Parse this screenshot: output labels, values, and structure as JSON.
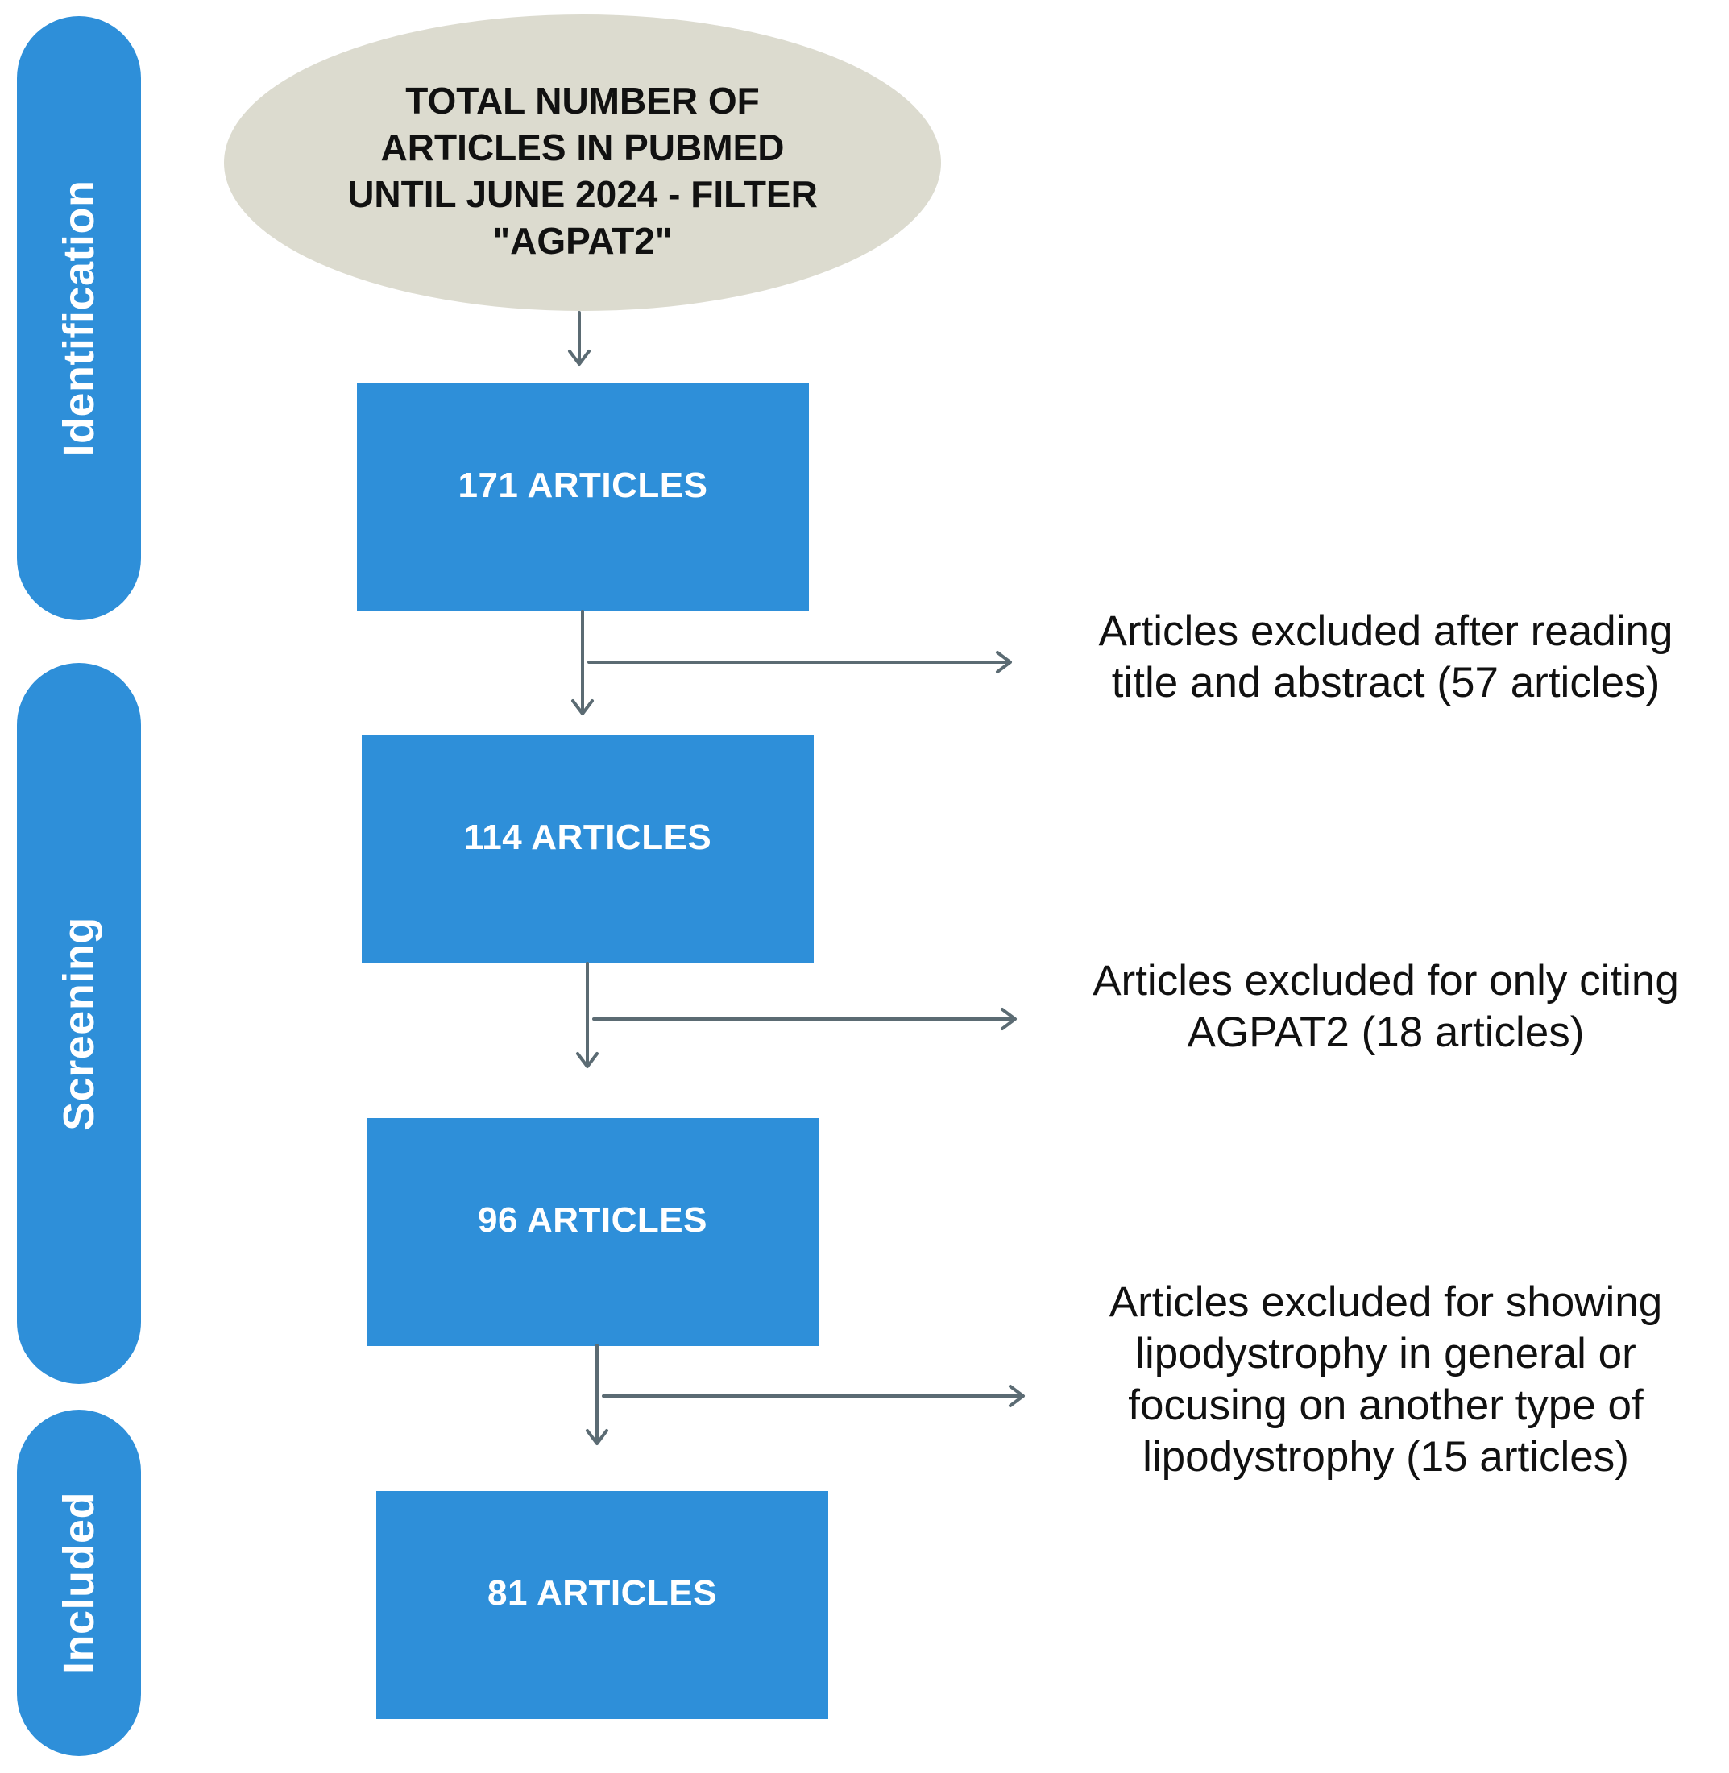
{
  "phases": {
    "identification": "Identification",
    "screening": "Screening",
    "included": "Included"
  },
  "source": {
    "lines": [
      "TOTAL NUMBER OF",
      "ARTICLES IN PUBMED",
      "UNTIL JUNE 2024 - FILTER",
      "\"AGPAT2\""
    ]
  },
  "boxes": {
    "box1": "171 ARTICLES",
    "box2": "114 ARTICLES",
    "box3": "96 ARTICLES",
    "box4": "81 ARTICLES"
  },
  "exclusions": {
    "ex1": [
      "Articles excluded after reading",
      "title and abstract (57 articles)"
    ],
    "ex2": [
      "Articles excluded for only citing",
      "AGPAT2 (18 articles)"
    ],
    "ex3": [
      "Articles excluded for showing",
      "lipodystrophy in general or",
      "focusing on another type of",
      "lipodystrophy (15 articles)"
    ]
  },
  "colors": {
    "blue": "#2e8fd9",
    "ellipse": "#dcdbcf",
    "connector": "#5b6b73"
  }
}
